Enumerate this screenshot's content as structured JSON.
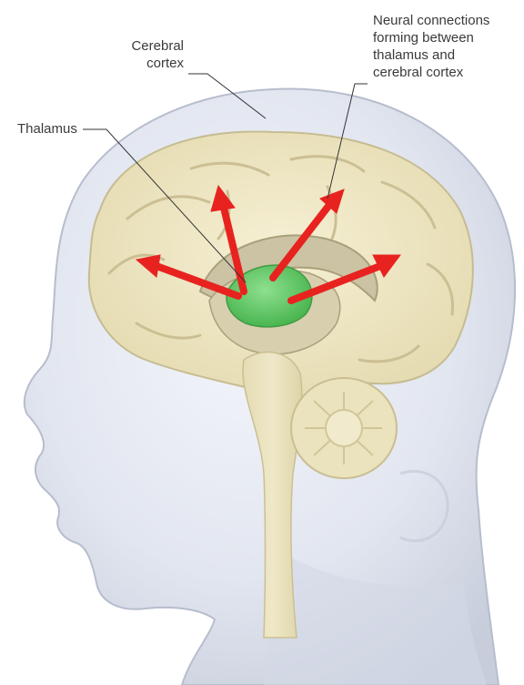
{
  "labels": {
    "cerebral_cortex": [
      "Cerebral",
      "cortex"
    ],
    "thalamus": "Thalamus",
    "neural_connections": [
      "Neural connections",
      "forming between",
      "thalamus and",
      "cerebral cortex"
    ]
  },
  "colors": {
    "head": "#dfe4ef",
    "head_outline": "#b9c0d0",
    "brain": "#efe7c4",
    "brain_fold": "#c9bf97",
    "thalamus": "#6fcf73",
    "arrow": "#e8231f",
    "leader_line": "#333333",
    "text": "#3a3a3a"
  },
  "icons": [
    "brain-illustration",
    "red-arrow"
  ]
}
